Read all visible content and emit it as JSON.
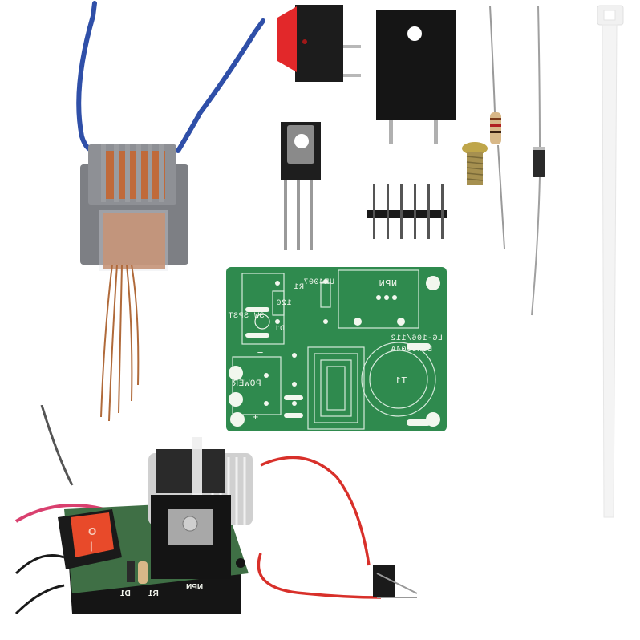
{
  "scene": {
    "description": "High-voltage generator DIY kit components on white background",
    "background": "#ffffff"
  },
  "components": {
    "transformer": {
      "name": "high-voltage step-up transformer",
      "wire_color": "#2f4fa8",
      "core_color": "#7d7f84",
      "winding_color": "#c06a3a"
    },
    "rocker_switch": {
      "name": "rocker switch",
      "body_color": "#1c1c1c",
      "rocker_color": "#e2282a"
    },
    "heatsink": {
      "name": "black aluminium heatsink",
      "color": "#151515"
    },
    "transistor": {
      "name": "NPN power transistor"
    },
    "pin_header": {
      "name": "6-pin header",
      "pin_count": 6
    },
    "screw": {
      "name": "mounting screw"
    },
    "resistor": {
      "name": "resistor 120 ohm"
    },
    "diode": {
      "name": "diode UF4007"
    },
    "cable_tie": {
      "name": "white cable tie"
    }
  },
  "pcb": {
    "color": "#2f8a4e",
    "labels": {
      "model": "LG-106/112",
      "code": "BIH5004A",
      "transistor": "NPN",
      "diode_part": "UF4007",
      "resistor_ref": "R1",
      "resistor_value": "120",
      "diode_ref": "D1",
      "switch": "SW SPST",
      "power": "POWER",
      "transformer_ref": "T1",
      "minus": "−",
      "plus": "+"
    }
  },
  "assembled": {
    "labels": {
      "diode_ref": "D1",
      "resistor_ref": "R1",
      "transistor": "NPN",
      "switch_on": "|",
      "switch_off": "O"
    },
    "wire_colors": {
      "power_pos": "#d9406f",
      "power_neg": "#1a1a1a",
      "hv_out": "#d8302a"
    }
  }
}
